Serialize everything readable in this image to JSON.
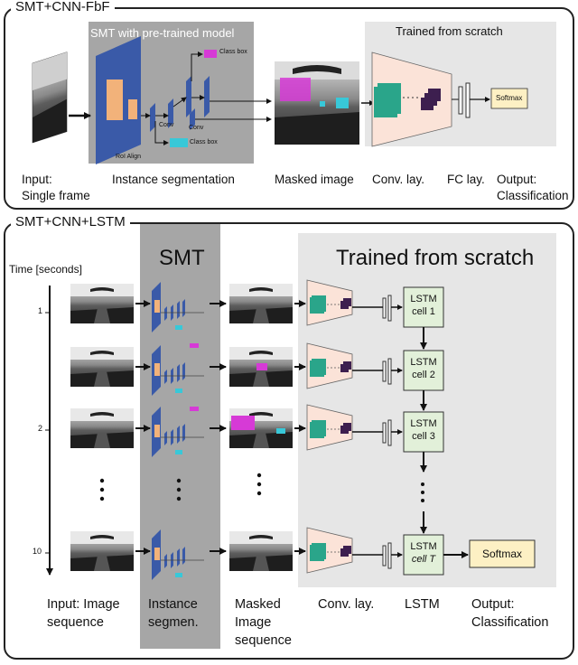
{
  "top": {
    "title": "SMT+CNN-FbF",
    "smt_box_title": "SMT with pre-trained model",
    "trained_title": "Trained from scratch",
    "class_box_1": "Class box",
    "class_box_2": "Class box",
    "conv_1": "Conv",
    "conv_2": "Conv",
    "roi_align": "RoI Align",
    "softmax": "Softmax",
    "labels": {
      "input_1": "Input:",
      "input_2": "Single frame",
      "segmentation": "Instance segmentation",
      "masked": "Masked image",
      "conv": "Conv. lay.",
      "fc": "FC lay.",
      "output_1": "Output:",
      "output_2": "Classification"
    }
  },
  "bottom": {
    "title": "SMT+CNN+LSTM",
    "smt_title": "SMT",
    "trained_title": "Trained from scratch",
    "time_axis": "Time [seconds]",
    "time_ticks": [
      "1",
      "2",
      "10"
    ],
    "lstm_cells": [
      {
        "l1": "LSTM",
        "l2": "cell 1"
      },
      {
        "l1": "LSTM",
        "l2": "cell 2"
      },
      {
        "l1": "LSTM",
        "l2": "cell 3"
      },
      {
        "l1": "LSTM",
        "l2": "cell T"
      }
    ],
    "softmax": "Softmax",
    "labels": {
      "input_1": "Input: Image",
      "input_2": "sequence",
      "seg_1": "Instance",
      "seg_2": "segmen.",
      "masked_1": "Masked",
      "masked_2": "Image",
      "masked_3": "sequence",
      "conv": "Conv. lay.",
      "lstm": "LSTM",
      "output_1": "Output:",
      "output_2": "Classification"
    }
  },
  "colors": {
    "network_blue": "#3a5aa8",
    "roi_orange": "#f2b27a",
    "class_magenta": "#d63ad6",
    "class_cyan": "#38c8d8",
    "feature_teal": "#2aa58a",
    "feature_purple": "#3d1f4f",
    "cone_pink": "#fbe3d8",
    "lstm_green": "#e2f0d9",
    "softmax_yellow": "#fdf0c4",
    "smt_gray": "#a6a6a6",
    "scratch_gray": "#e6e6e6"
  }
}
